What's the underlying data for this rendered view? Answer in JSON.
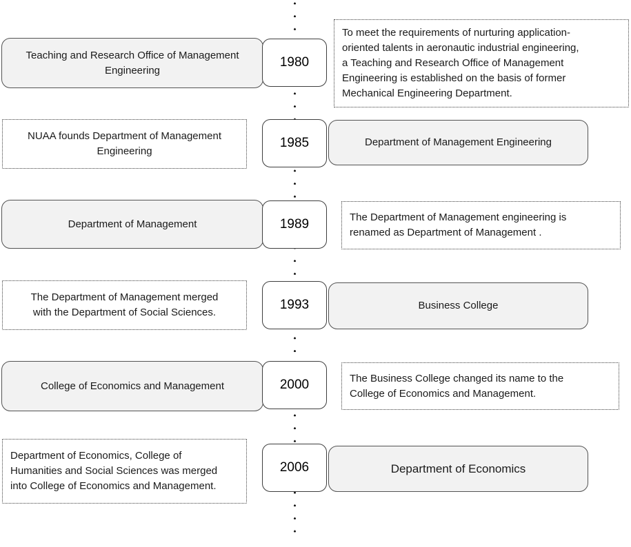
{
  "diagram": {
    "type": "timeline",
    "orientation": "vertical",
    "rows": [
      {
        "year": "1980",
        "left": "Teaching and Research Office of Management\nEngineering",
        "left_style": "solid",
        "right": "To meet the requirements of nurturing application-\noriented talents in aeronautic industrial engineering,\na Teaching and Research Office of Management\nEngineering is established on the basis of former\nMechanical Engineering Department.",
        "right_style": "dotted"
      },
      {
        "year": "1985",
        "left": "NUAA founds Department of Management\nEngineering",
        "left_style": "dotted",
        "right": "Department of Management Engineering",
        "right_style": "solid"
      },
      {
        "year": "1989",
        "left": "Department of Management",
        "left_style": "solid",
        "right": "The Department of Management engineering is\nrenamed as Department of Management .",
        "right_style": "dotted"
      },
      {
        "year": "1993",
        "left": "The Department of Management merged\nwith the Department of Social Sciences.",
        "left_style": "dotted",
        "right": "Business College",
        "right_style": "solid"
      },
      {
        "year": "2000",
        "left": "College of Economics and Management",
        "left_style": "solid",
        "right": "The Business College changed its name to the\nCollege of Economics and Management.",
        "right_style": "dotted"
      },
      {
        "year": "2006",
        "left": "Department of Economics, College of\nHumanities and Social Sciences was merged\ninto College of Economics and Management.",
        "left_style": "dotted",
        "right": "Department of Economics",
        "right_style": "solid"
      }
    ],
    "colors": {
      "solid_box_fill": "#f2f2f2",
      "solid_box_border": "#525252",
      "dotted_box_border": "#3d3d3d",
      "year_box_border": "#3d3d3d",
      "text": "#1a1a1a",
      "axis_dots": "#141414"
    }
  }
}
